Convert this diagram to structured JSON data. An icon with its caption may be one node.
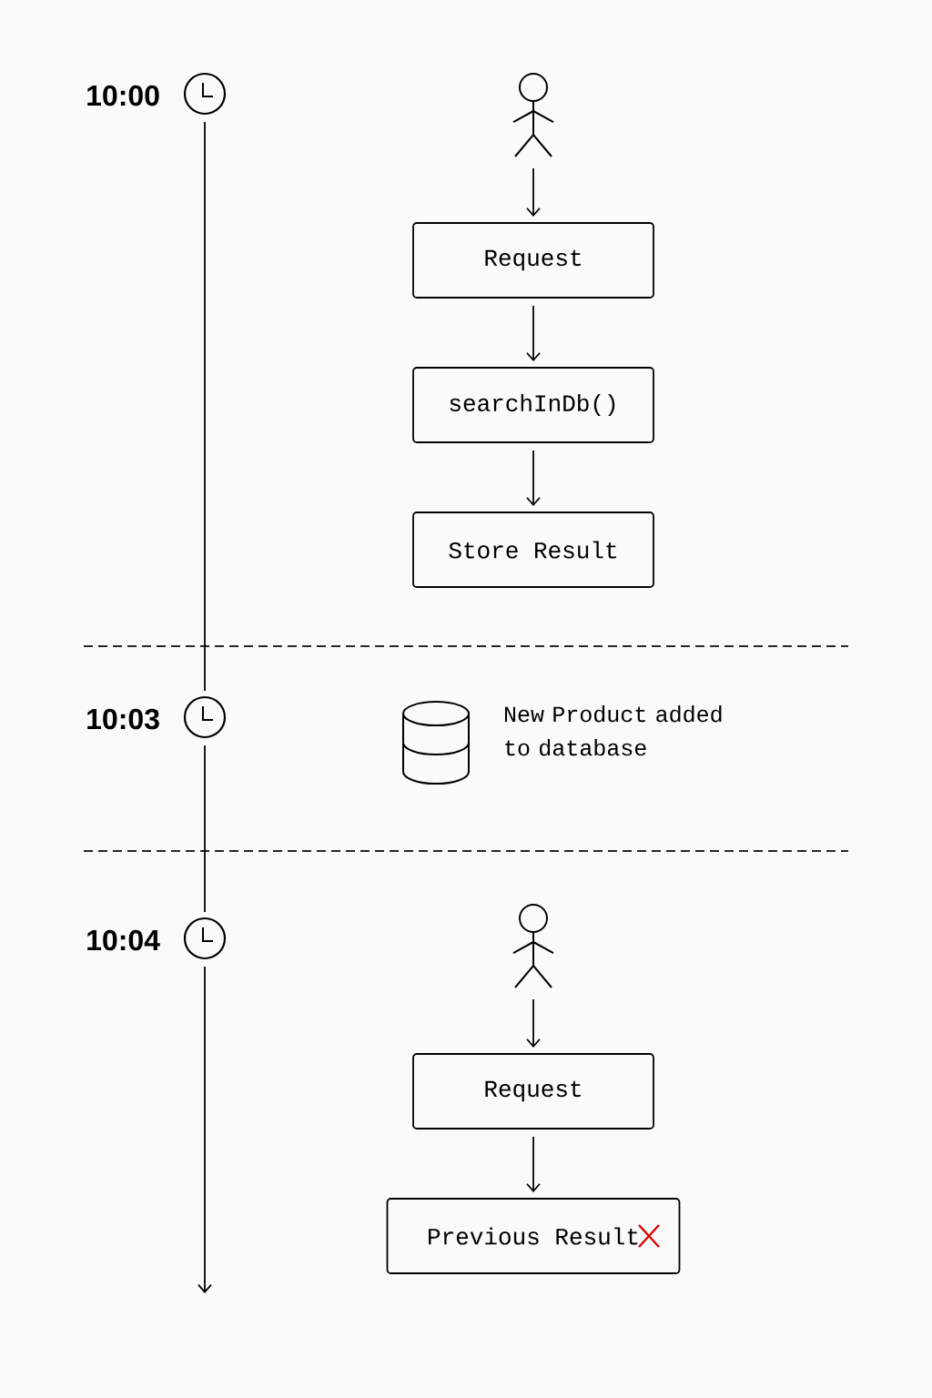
{
  "diagram": {
    "nodes": [
      {
        "text": [],
        "shape": "clock",
        "beside": [
          "10:00"
        ]
      },
      {
        "text": [],
        "shape": "person"
      },
      {
        "text": [
          "Request"
        ]
      },
      {
        "text": [
          "searchInDb()"
        ]
      },
      {
        "text": [
          "Store Result"
        ]
      },
      {
        "text": [],
        "shape": "clock",
        "beside": [
          "10:03"
        ]
      },
      {
        "text": [],
        "shape": "cylinder",
        "beside": [
          "New Product added to database"
        ]
      },
      {
        "text": [],
        "shape": "clock",
        "beside": [
          "10:04"
        ]
      },
      {
        "text": [],
        "shape": "person"
      },
      {
        "text": [
          "Request"
        ]
      },
      {
        "text": [
          "Previous Result"
        ]
      }
    ],
    "edges": [
      {
        "from": 0,
        "to": 5,
        "arrow": "none"
      },
      {
        "from": 1,
        "to": 2,
        "arrow": "to"
      },
      {
        "from": 2,
        "to": 3,
        "arrow": "to"
      },
      {
        "from": 3,
        "to": 4,
        "arrow": "to"
      },
      {
        "from": 5,
        "to": 7,
        "arrow": "none"
      },
      {
        "from": 7,
        "to": null,
        "arrow": "to"
      },
      {
        "from": 8,
        "to": 9,
        "arrow": "to"
      },
      {
        "from": 9,
        "to": 10,
        "arrow": "to"
      }
    ]
  }
}
